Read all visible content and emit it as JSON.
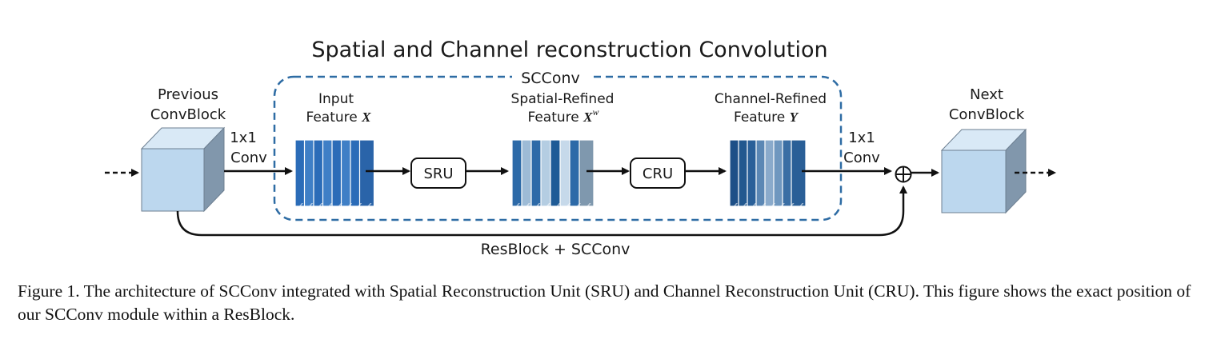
{
  "title": "Spatial and Channel reconstruction Convolution",
  "module_label": "SCConv",
  "prev_block": [
    "Previous",
    "ConvBlock"
  ],
  "next_block": [
    "Next",
    "ConvBlock"
  ],
  "conv_in": [
    "1x1",
    "Conv"
  ],
  "conv_out": [
    "1x1",
    "Conv"
  ],
  "input_feature": {
    "line1": "Input",
    "line2": "Feature",
    "sym": "X"
  },
  "spatial_feature": {
    "line1": "Spatial-Refined",
    "line2": "Feature",
    "sym": "X",
    "sup": "w"
  },
  "channel_feature": {
    "line1": "Channel-Refined",
    "line2": "Feature",
    "sym": "Y"
  },
  "sru_label": "SRU",
  "cru_label": "CRU",
  "residual_label": "ResBlock + SCConv",
  "sum_symbol": "⊕",
  "caption": "Figure 1. The architecture of SCConv integrated with Spatial Reconstruction Unit (SRU) and Channel Reconstruction Unit (CRU). This figure shows the exact position of our SCConv module within a ResBlock.",
  "colors": {
    "dashed_border": "#2e6ca4",
    "cube_front": "#bcd7ee",
    "cube_top": "#d9e9f6",
    "cube_side": "#8197ac",
    "feature_blue": "#2b6cb8",
    "feature_dark": "#1d4f87"
  }
}
